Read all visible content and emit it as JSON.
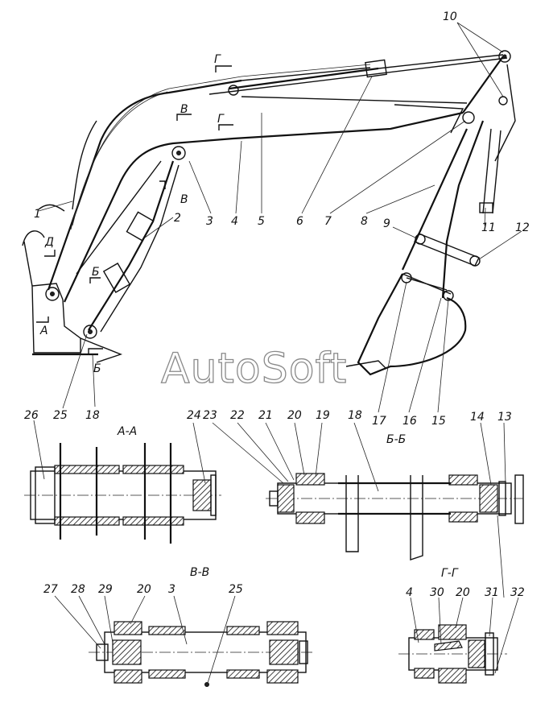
{
  "watermark": "AutoSoft",
  "section_titles": {
    "aa": "А-А",
    "bb": "Б-Б",
    "vv": "В-В",
    "gg": "Г-Г"
  },
  "section_marks": {
    "g_top": "Г",
    "v_top": "В",
    "g_mid": "Г",
    "v_mid": "В",
    "d_left": "Д",
    "b_left": "Б",
    "a_left": "А",
    "b_low": "Б"
  },
  "callouts": {
    "n1": "1",
    "n2": "2",
    "n3": "3",
    "n4": "4",
    "n5": "5",
    "n6": "6",
    "n7": "7",
    "n8": "8",
    "n9": "9",
    "n10": "10",
    "n11": "11",
    "n12": "12",
    "n13": "13",
    "n14": "14",
    "n15": "15",
    "n16": "16",
    "n17": "17",
    "n18": "18",
    "n19": "19",
    "n20": "20",
    "n21": "21",
    "n22": "22",
    "n23": "23",
    "n24": "24",
    "n25": "25",
    "n26": "26",
    "n18b": "18",
    "n27": "27",
    "n28": "28",
    "n29": "29",
    "n20b": "20",
    "n3b": "3",
    "n25b": "25",
    "n4b": "4",
    "n30": "30",
    "n20c": "20",
    "n31": "31",
    "n32": "32"
  }
}
